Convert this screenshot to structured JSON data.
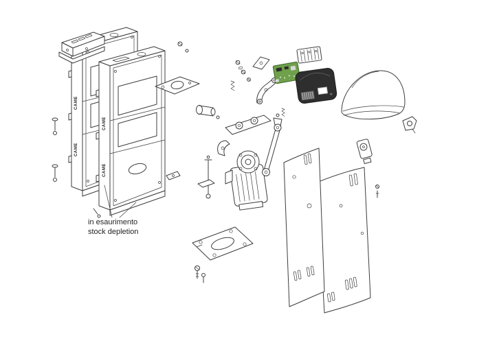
{
  "note": {
    "line1": "in esaurimento",
    "line2": "stock depletion"
  },
  "brand": {
    "logo": "CAME"
  },
  "colors": {
    "background": "#ffffff",
    "line": "#3c3c3c",
    "text": "#1f1f1f",
    "pcb": "#6fa04c",
    "pcb_dark": "#3b6626",
    "control_box": "#2e2e2e"
  }
}
